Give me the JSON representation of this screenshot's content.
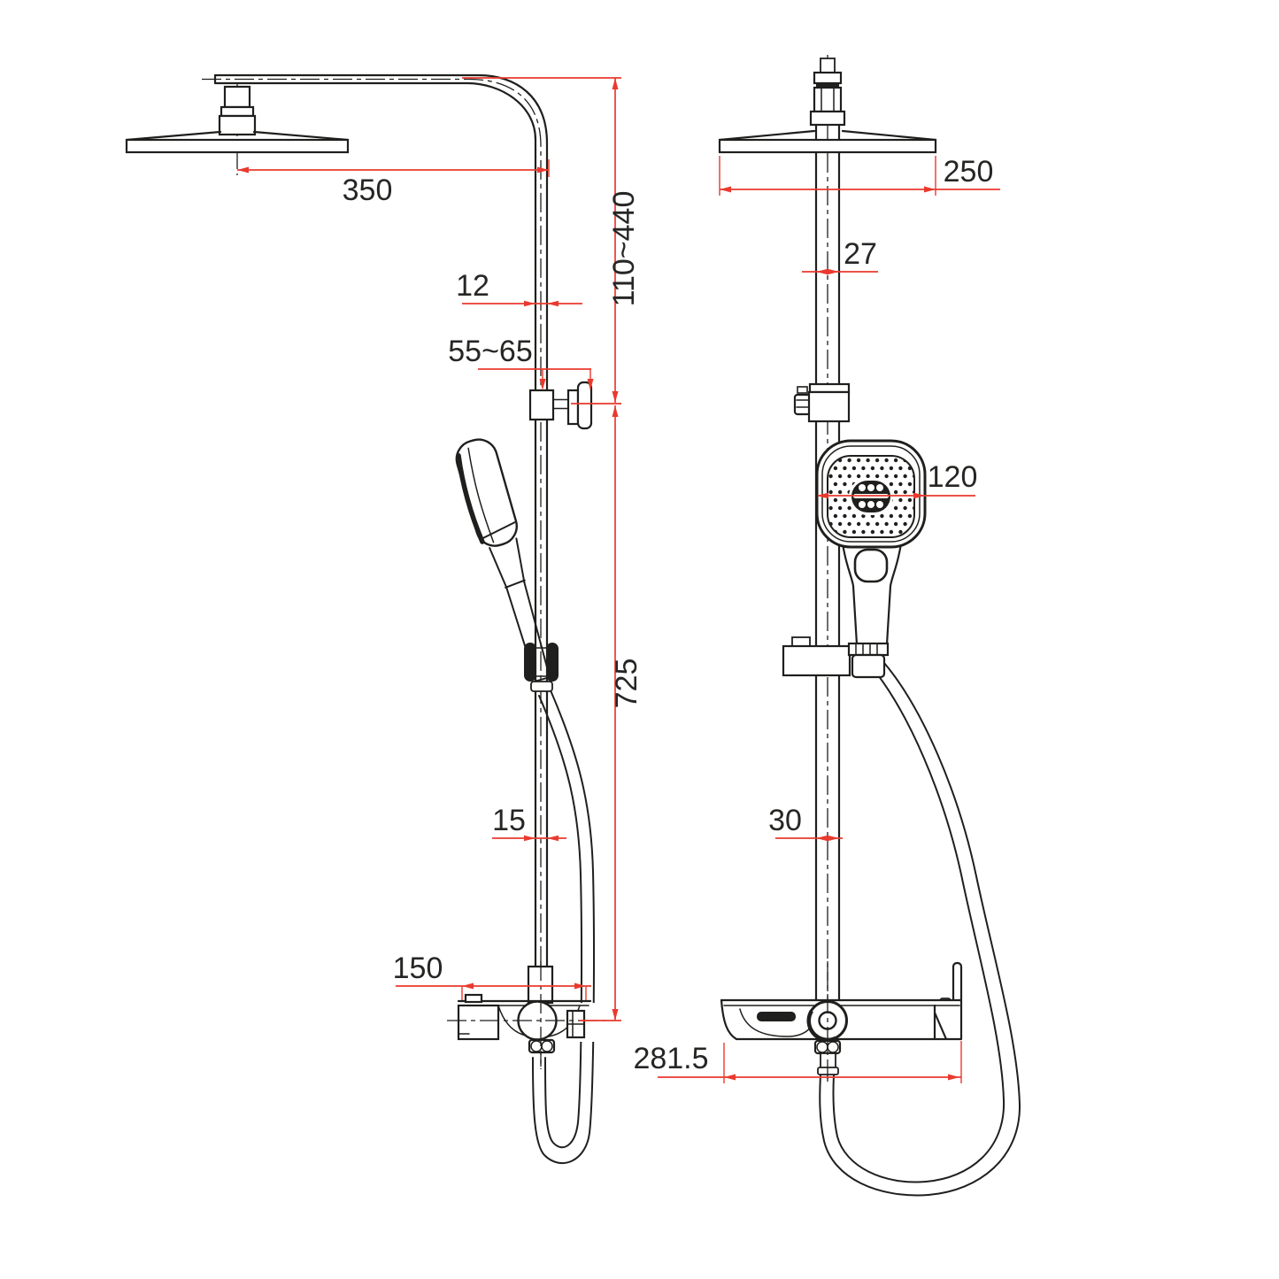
{
  "drawing": {
    "side_view": {
      "dims": {
        "arm_reach": "350",
        "height_range": "110~440",
        "upper_pipe": "12",
        "wall_distance": "55~65",
        "rail_length": "725",
        "lower_pipe": "15",
        "mixer_depth": "150"
      }
    },
    "front_view": {
      "dims": {
        "head_width": "250",
        "upper_pipe": "27",
        "hand_shower_width": "120",
        "lower_pipe": "30",
        "shelf_width": "281.5"
      }
    },
    "colors": {
      "dimension_red": "#e93a2e",
      "linework": "#1f1f1d",
      "background": "#ffffff"
    }
  }
}
